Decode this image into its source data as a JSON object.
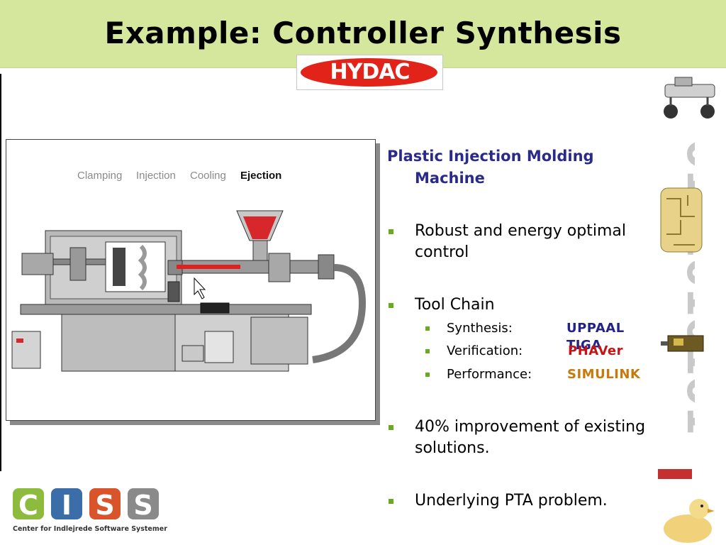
{
  "slide": {
    "title": "Example: Controller Synthesis",
    "logo_text": "HYDAC",
    "colors": {
      "title_bar": "#d4e79c",
      "heading": "#2a2a8a",
      "bullet": "#6aaa23",
      "uppaal": "#22228a",
      "phaver": "#c61414",
      "simulink": "#c77a0c"
    }
  },
  "machine": {
    "phases": [
      "Clamping",
      "Injection",
      "Cooling",
      "Ejection"
    ],
    "active_phase": "Ejection"
  },
  "content": {
    "heading_line1": "Plastic Injection Molding",
    "heading_line2": "Machine",
    "bullets": [
      {
        "line1": "Robust and energy optimal",
        "line2": "control"
      },
      {
        "line1": "Tool Chain"
      },
      {
        "line1": "40% improvement of existing",
        "line2": "solutions."
      },
      {
        "line1": "Underlying PTA problem."
      }
    ],
    "tools": [
      {
        "label": "Synthesis:",
        "value": "UPPAAL TIGA"
      },
      {
        "label": "Verification:",
        "value": "PHAVer"
      },
      {
        "label": "Performance:",
        "value": "SIMULINK"
      }
    ]
  },
  "decor": {
    "bit_string": "0101010101"
  },
  "footer": {
    "logo_letters": [
      "C",
      "I",
      "S",
      "S"
    ],
    "caption": "Center for Indlejrede Software Systemer"
  }
}
